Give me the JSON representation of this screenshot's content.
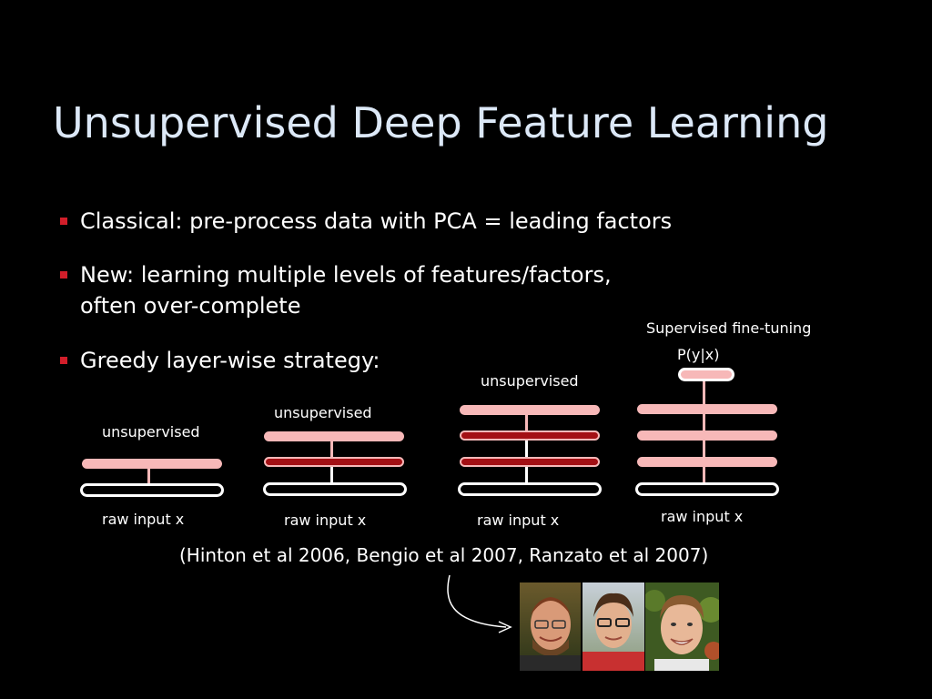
{
  "slide": {
    "title": "Unsupervised Deep Feature Learning",
    "bullets": [
      {
        "line1": "Classical: pre-process data with PCA = leading factors",
        "line2": ""
      },
      {
        "line1": "New: learning multiple levels of features/factors,",
        "line2": "often over-complete"
      },
      {
        "line1": "Greedy layer-wise strategy:",
        "line2": ""
      }
    ],
    "citation": "(Hinton et al 2006, Bengio et al 2007, Ranzato et al 2007)"
  },
  "diagram": {
    "stages": [
      {
        "top_label": "unsupervised",
        "bottom_label": "raw input x"
      },
      {
        "top_label": "unsupervised",
        "bottom_label": "raw input x"
      },
      {
        "top_label": "unsupervised",
        "bottom_label": "raw input x"
      },
      {
        "top_label": "Supervised fine-tuning",
        "output_label": "P(y|x)",
        "bottom_label": "raw input x"
      }
    ]
  },
  "colors": {
    "title": "#dce8f7",
    "bullet": "#d21e2a",
    "layer_light": "#f7b8b8",
    "layer_dark": "#a30f14"
  }
}
